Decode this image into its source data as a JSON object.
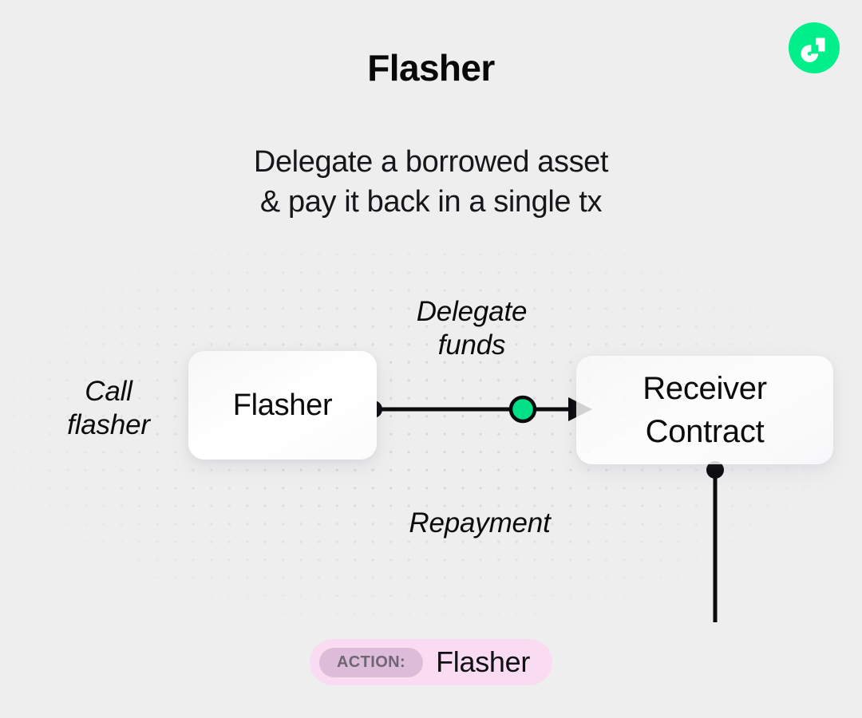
{
  "header": {
    "title": "Flasher",
    "logo_icon": "flow-logo-icon",
    "logo_color": "#00ef8b"
  },
  "subtitle": {
    "line1": "Delegate a borrowed asset",
    "line2": "& pay it back in a single tx"
  },
  "diagram": {
    "nodes": [
      {
        "id": "flasher",
        "label": "Flasher"
      },
      {
        "id": "receiver",
        "label_line1": "Receiver",
        "label_line2": "Contract"
      }
    ],
    "labels": {
      "call_flasher_line1": "Call",
      "call_flasher_line2": "flasher",
      "delegate_funds_line1": "Delegate",
      "delegate_funds_line2": "funds",
      "repayment": "Repayment"
    },
    "colors": {
      "accent_green": "#00e187",
      "edge": "#0a0b0d",
      "dot_grid": "#d9d9d9",
      "background": "#efeeee"
    }
  },
  "action_badge": {
    "tag": "ACTION:",
    "value": "Flasher",
    "pill_color": "#f9dcf1",
    "tag_color": "#dcbcd8"
  }
}
